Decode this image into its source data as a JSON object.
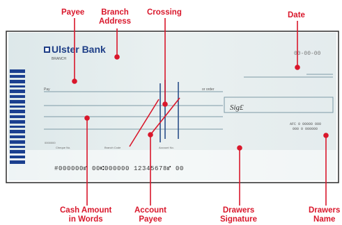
{
  "colors": {
    "callout": "#d9172b",
    "cheque_paper": "#dfe9ea",
    "cheque_border": "#2b2b2b",
    "bank_brand": "#1f3f87",
    "barcode": "#1b3f8f"
  },
  "cheque": {
    "bank_name": "Ulster Bank",
    "branch_small": "BRANCH",
    "date_placeholder": "00-00-00",
    "payee_prefix": "Pay",
    "order_text": "or order",
    "signature": "Sig£",
    "account_line_1": "AFC 0 00000 000",
    "account_line_2": "000 0 000000",
    "stub_text_1": "0000000",
    "stub_text_2": "Cheque No.",
    "stub_text_3": "Branch Code",
    "stub_text_4": "Account No.",
    "micr_line": "#000000⑈ 00⑆000000 12345678⑈ 00",
    "barcode_icon": "barcode-icon",
    "logo_icon": "ulster-bank-logo-icon"
  },
  "callouts": {
    "payee": "Payee",
    "branch_address_1": "Branch",
    "branch_address_2": "Address",
    "crossing": "Crossing",
    "date": "Date",
    "cash_amount_1": "Cash Amount",
    "cash_amount_2": "in Words",
    "account_payee_1": "Account",
    "account_payee_2": "Payee",
    "drawers_signature_1": "Drawers",
    "drawers_signature_2": "Signature",
    "drawers_name_1": "Drawers",
    "drawers_name_2": "Name"
  }
}
